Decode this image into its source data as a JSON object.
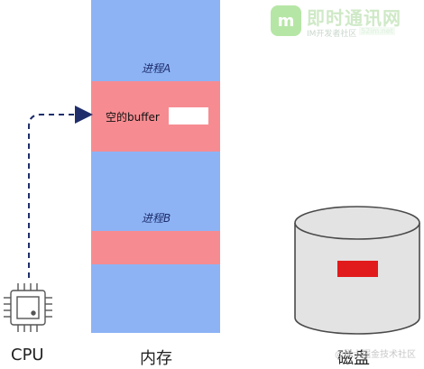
{
  "logo": {
    "mark": "m",
    "title": "即时通讯网",
    "subtitle": "IM开发者社区",
    "domain": "52im.net"
  },
  "diagram": {
    "process_a_label": "进程A",
    "process_b_label": "进程B",
    "buffer_label": "空的buffer",
    "cpu_label": "CPU",
    "memory_label": "内存",
    "disk_label": "磁盘",
    "watermark": "@稀土掘金技术社区"
  },
  "colors": {
    "memory": "#8db3f5",
    "process_band": "#f68c91",
    "disk_block": "#e11b1b",
    "arrow": "#1f2e6b"
  }
}
